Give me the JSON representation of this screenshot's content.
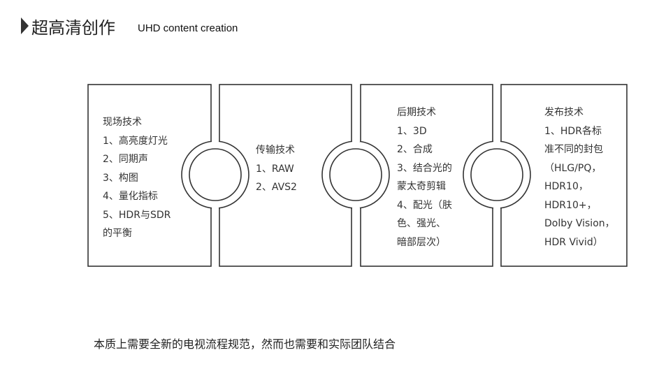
{
  "header": {
    "title": "超高清创作",
    "subtitle": "UHD content creation",
    "marker_icon": "triangle-right-icon"
  },
  "stages": [
    {
      "lines": [
        "现场技术",
        "1、高亮度灯光",
        "2、同期声",
        "3、构图",
        "4、量化指标",
        "5、HDR与SDR",
        "的平衡"
      ]
    },
    {
      "lines": [
        "传输技术",
        "1、RAW",
        "2、AVS2"
      ]
    },
    {
      "lines": [
        "后期技术",
        "1、3D",
        "2、合成",
        "3、结合光的",
        "蒙太奇剪辑",
        "4、配光（肤",
        "色、强光、",
        "暗部层次）"
      ]
    },
    {
      "lines": [
        "发布技术",
        "1、HDR各标",
        "准不同的封包",
        "（HLG/PQ，",
        "HDR10，",
        "HDR10+，",
        "Dolby Vision，",
        "HDR Vivid）"
      ]
    }
  ],
  "footer": {
    "text": "本质上需要全新的电视流程规范，然而也需要和实际团队结合"
  },
  "colors": {
    "stroke": "#333333",
    "text": "#333333"
  }
}
